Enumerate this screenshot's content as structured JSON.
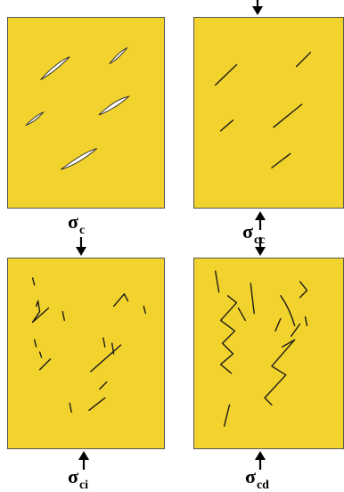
{
  "labels": {
    "sigma_c": {
      "symbol": "σ",
      "subscript": "c"
    },
    "sigma_cc": {
      "symbol": "σ",
      "subscript": "cc"
    },
    "sigma_ci": {
      "symbol": "σ",
      "subscript": "ci"
    },
    "sigma_cd": {
      "symbol": "σ",
      "subscript": "cd"
    }
  },
  "colors": {
    "panel_fill": "#f2d22c",
    "panel_border": "#555555",
    "crack": "#1a1a1a",
    "flaw_fill": "#ffffff"
  }
}
